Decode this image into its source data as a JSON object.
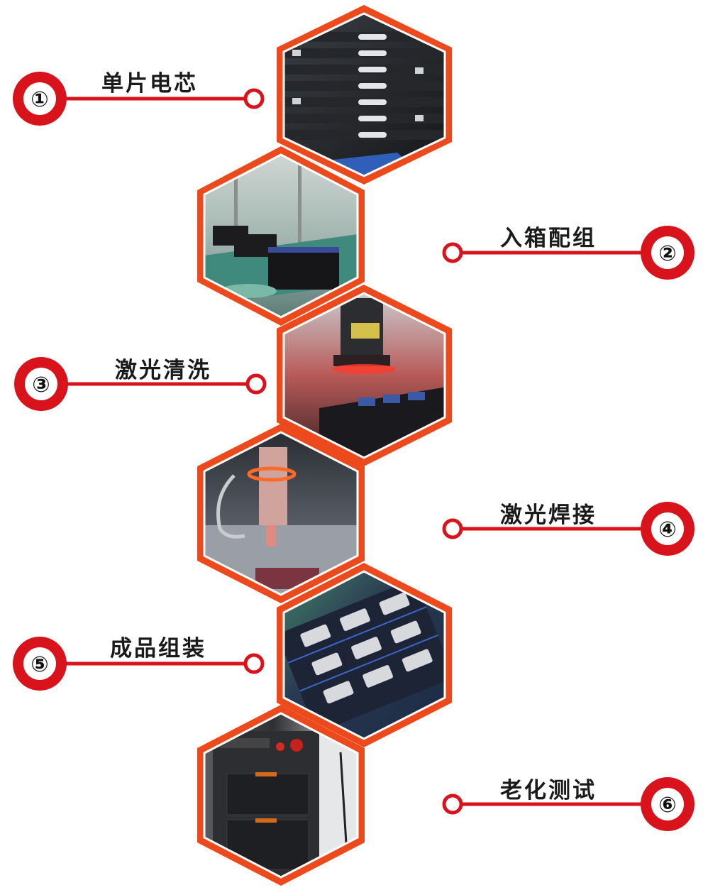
{
  "steps": [
    {
      "num": "①",
      "label": "单片电芯"
    },
    {
      "num": "②",
      "label": "入箱配组"
    },
    {
      "num": "③",
      "label": "激光清洗"
    },
    {
      "num": "④",
      "label": "激光焊接"
    },
    {
      "num": "⑤",
      "label": "成品组装"
    },
    {
      "num": "⑥",
      "label": "老化测试"
    }
  ],
  "colors": {
    "accent_red": "#d9131b",
    "hex_frame": "#ec4a1c",
    "label_text": "#1a1a1a"
  }
}
